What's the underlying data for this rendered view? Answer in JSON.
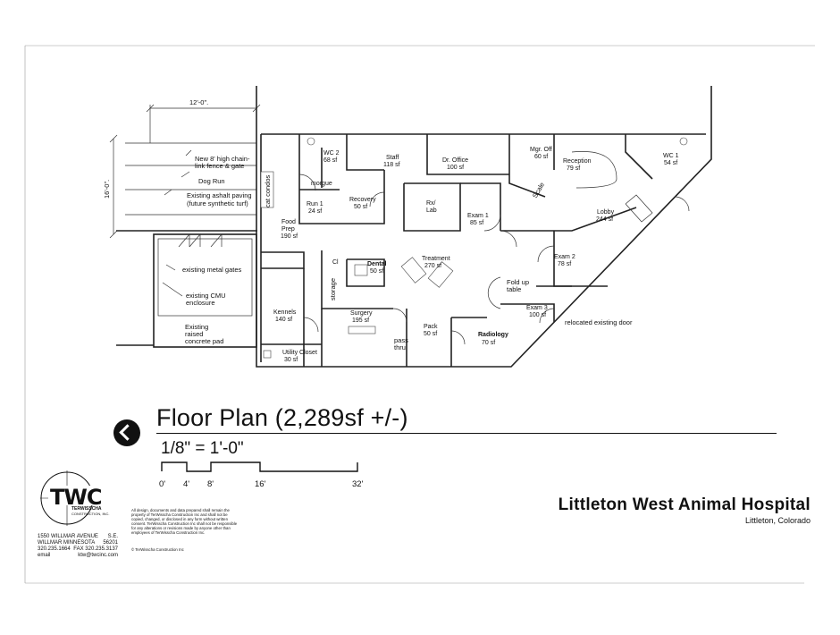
{
  "plan": {
    "rooms": [
      {
        "id": "wc2",
        "name": "WC 2",
        "area": "68 sf"
      },
      {
        "id": "morgue",
        "name": "morgue",
        "area": ""
      },
      {
        "id": "staff",
        "name": "Staff",
        "area": "118 sf"
      },
      {
        "id": "dr_office",
        "name": "Dr. Office",
        "area": "100 sf"
      },
      {
        "id": "mgr_off",
        "name": "Mgr. Off",
        "area": "60 sf"
      },
      {
        "id": "reception",
        "name": "Reception",
        "area": "79 sf"
      },
      {
        "id": "wc1",
        "name": "WC 1",
        "area": "54 sf"
      },
      {
        "id": "run1",
        "name": "Run 1",
        "area": "24 sf"
      },
      {
        "id": "recovery",
        "name": "Recovery",
        "area": "50 sf"
      },
      {
        "id": "rxlab",
        "name": "Rx/\nLab",
        "area": ""
      },
      {
        "id": "exam1",
        "name": "Exam 1",
        "area": "85 sf"
      },
      {
        "id": "lobby",
        "name": "Lobby",
        "area": "244 sf"
      },
      {
        "id": "food_prep",
        "name": "Food\nPrep",
        "area": "190 sf"
      },
      {
        "id": "cl",
        "name": "Cl",
        "area": ""
      },
      {
        "id": "dental",
        "name": "Dental",
        "area": "50 sf"
      },
      {
        "id": "treatment",
        "name": "Treatment",
        "area": "270 sf"
      },
      {
        "id": "exam2",
        "name": "Exam 2",
        "area": "78 sf"
      },
      {
        "id": "kennels",
        "name": "Kennels",
        "area": "140 sf"
      },
      {
        "id": "surgery",
        "name": "Surgery",
        "area": "195 sf"
      },
      {
        "id": "pack",
        "name": "Pack",
        "area": "50 sf"
      },
      {
        "id": "radiology",
        "name": "Radiology",
        "area": "70 sf"
      },
      {
        "id": "exam3",
        "name": "Exam 3",
        "area": "100 sf"
      },
      {
        "id": "utility",
        "name": "Utility Closet",
        "area": "30 sf"
      }
    ],
    "notes": {
      "fence": "New 8' high chain-\nlink fence & gate",
      "dog_run": "Dog Run",
      "paving": "Existing ashalt paving\n(future synthetic turf)",
      "gates": "existing metal gates",
      "cmu": "existing CMU\nenclosure",
      "pad": "Existing\nraised\nconcrete pad",
      "cat_condos": "cat condos",
      "storage": "storage",
      "scale": "Scale",
      "fold_up": "Fold up\ntable",
      "pass_thru": "pass\nthru",
      "relocated_door": "relocated existing door",
      "dim_12": "12'-0\".",
      "dim_16": "16'-0\"."
    }
  },
  "title": "Floor Plan (2,289sf +/-)",
  "scale": {
    "label": "1/8\" = 1'-0\"",
    "ticks": [
      "0'",
      "4'",
      "8'",
      "16'",
      "32'"
    ]
  },
  "project": {
    "name": "Littleton West Animal Hospital",
    "location": "Littleton, Colorado"
  },
  "firm": {
    "logo_text": "TWC",
    "logo_sub": "TERWISSCHA",
    "logo_sub2": "CONSTRUCTION, INC.",
    "addr_line1_left": "1550   WILLMAR   AVENUE",
    "addr_line1_right": "S.E.",
    "addr_line2_left": "WILLMAR    MINNESOTA",
    "addr_line2_right": "56201",
    "addr_line3_left": "320.235.1664",
    "addr_line3_right": "FAX  320.235.3137",
    "addr_line4_left": "email",
    "addr_line4_right": "ktw@twcinc.com",
    "legal": "All design, documents and data prepared shall remain the property of TerWisscha Construction Inc and shall not be copied, changed, or disclosed in any form without written consent. TerWisscha Construction Inc shall not be responsible for any alterations or revisions made by anyone other than employees of TerWisscha Construction Inc.",
    "copyright": "© TerWisscha Construction Inc"
  },
  "colors": {
    "ink": "#111111",
    "paper": "#ffffff"
  }
}
